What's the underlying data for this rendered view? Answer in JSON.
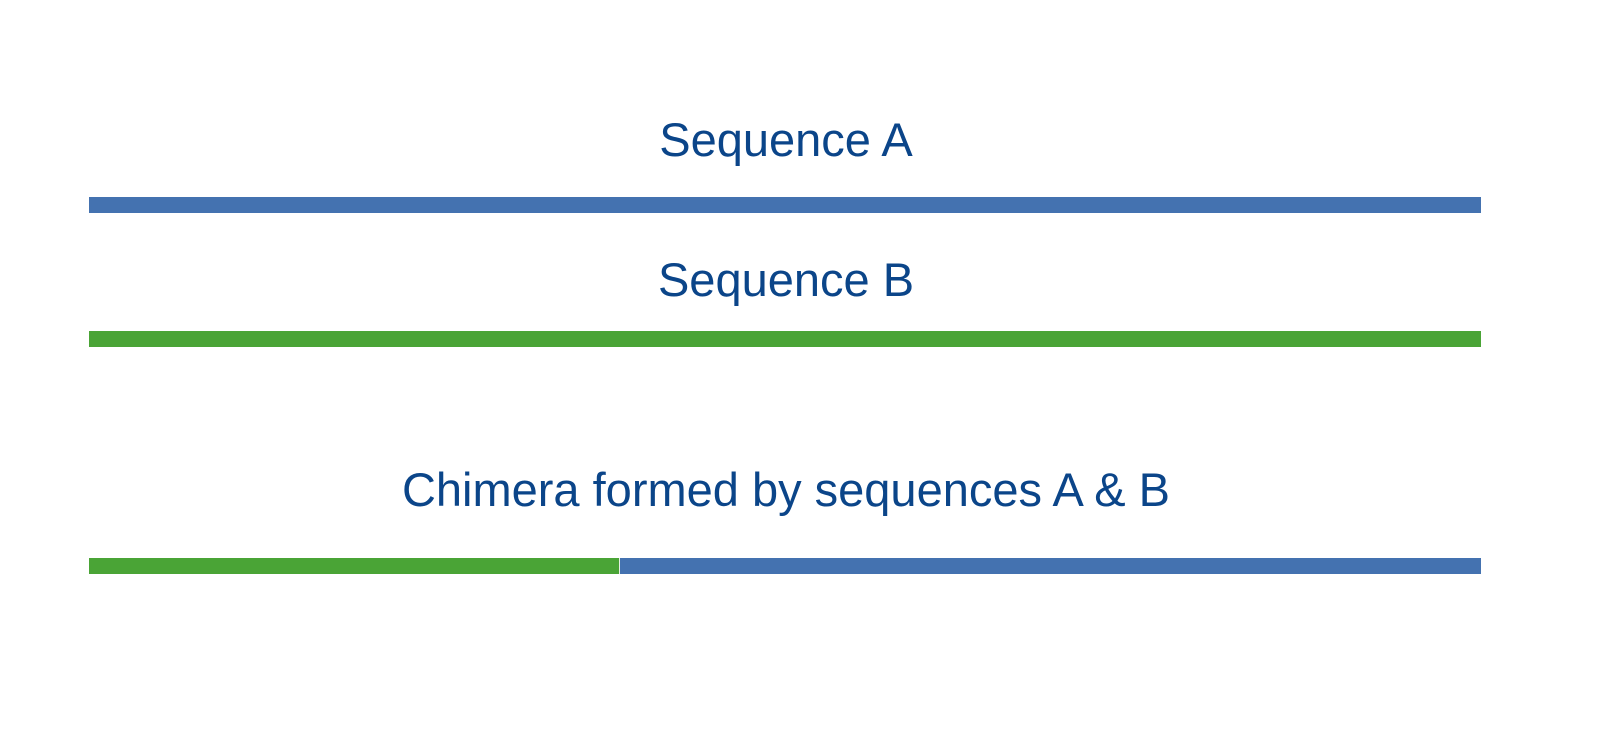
{
  "colors": {
    "text": "#0b4589",
    "sequence_a": "#4472b0",
    "sequence_b": "#4aa436"
  },
  "sequence_a": {
    "label": "Sequence A",
    "color": "#4472b0"
  },
  "sequence_b": {
    "label": "Sequence B",
    "color": "#4aa436"
  },
  "chimera": {
    "label": "Chimera formed by sequences A & B",
    "segments": [
      {
        "source": "B",
        "fraction": 0.381,
        "color": "#4aa436"
      },
      {
        "source": "A",
        "fraction": 0.619,
        "color": "#4472b0"
      }
    ]
  }
}
